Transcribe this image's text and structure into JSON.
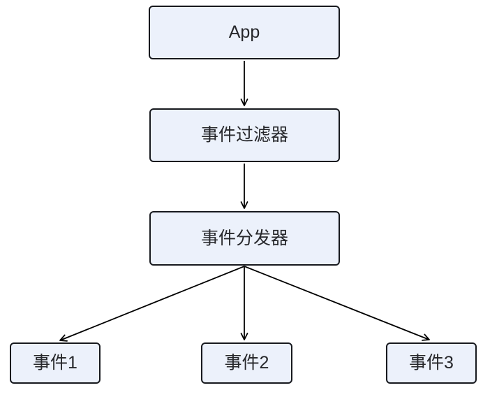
{
  "diagram": {
    "type": "flowchart",
    "nodes": [
      {
        "id": "app",
        "label": "App"
      },
      {
        "id": "event-filter",
        "label": "事件过滤器"
      },
      {
        "id": "event-dispatcher",
        "label": "事件分发器"
      },
      {
        "id": "event-1",
        "label": "事件1"
      },
      {
        "id": "event-2",
        "label": "事件2"
      },
      {
        "id": "event-3",
        "label": "事件3"
      }
    ],
    "edges": [
      {
        "from": "app",
        "to": "event-filter"
      },
      {
        "from": "event-filter",
        "to": "event-dispatcher"
      },
      {
        "from": "event-dispatcher",
        "to": "event-1"
      },
      {
        "from": "event-dispatcher",
        "to": "event-2"
      },
      {
        "from": "event-dispatcher",
        "to": "event-3"
      }
    ],
    "colors": {
      "node_fill": "#ECF1FB",
      "node_border": "#17191E",
      "text": "#26272B",
      "arrow": "#000000",
      "background": "#FFFFFF"
    }
  }
}
